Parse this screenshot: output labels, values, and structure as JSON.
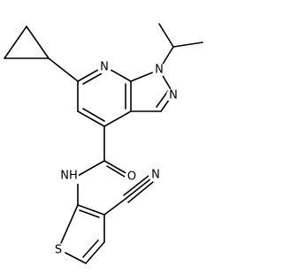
{
  "structure": {
    "atoms": {
      "n_pyridine": "N",
      "n_pyrazole_1": "N",
      "n_pyrazole_2": "N",
      "amide_n": "NH",
      "carbonyl_o": "O",
      "thiophene_s": "S",
      "nitrile_n": "N"
    }
  },
  "colors": {
    "bond": "#000000",
    "label": "#000000",
    "background": "#ffffff"
  }
}
